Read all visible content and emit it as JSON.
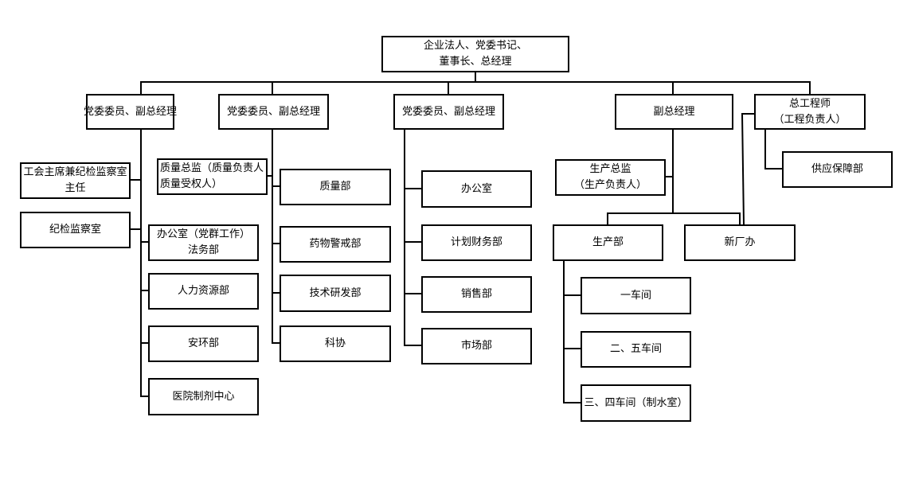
{
  "colors": {
    "line": "#000000",
    "box_border": "#000000",
    "background": "#ffffff",
    "text": "#000000"
  },
  "top": {
    "line1": "企业法人、党委书记、",
    "line2": "董事长、总经理"
  },
  "level2": {
    "vp1": "党委委员、副总经理",
    "vp2": "党委委员、副总经理",
    "vp3": "党委委员、副总经理",
    "vp4": "副总经理",
    "chief_engineer": {
      "line1": "总工程师",
      "line2": "（工程负责人）"
    }
  },
  "vp1_branch": {
    "union_chair": {
      "line1": "工会主席兼纪检监察室",
      "line2": "主任"
    },
    "discipline_office": "纪检监察室",
    "office": {
      "line1": "办公室（党群工作）",
      "line2": "法务部"
    },
    "hr": "人力资源部",
    "safety_env": "安环部",
    "hospital_prep": "医院制剂中心"
  },
  "vp2_branch": {
    "quality_director": {
      "line1": "质量总监（质量负责人",
      "line2": "质量受权人）"
    },
    "quality_dept": "质量部",
    "pharmacovigilance": "药物警戒部",
    "rnd": "技术研发部",
    "science_assoc": "科协"
  },
  "vp3_branch": {
    "office": "办公室",
    "finance": "计划财务部",
    "sales": "销售部",
    "marketing": "市场部"
  },
  "vp4_branch": {
    "production_director": {
      "line1": "生产总监",
      "line2": "（生产负责人）"
    },
    "production_dept": "生产部",
    "new_plant": "新厂办",
    "workshop1": "一车间",
    "workshop25": "二、五车间",
    "workshop34": "三、四车间（制水室）"
  },
  "engineer_branch": {
    "supply": "供应保障部"
  }
}
